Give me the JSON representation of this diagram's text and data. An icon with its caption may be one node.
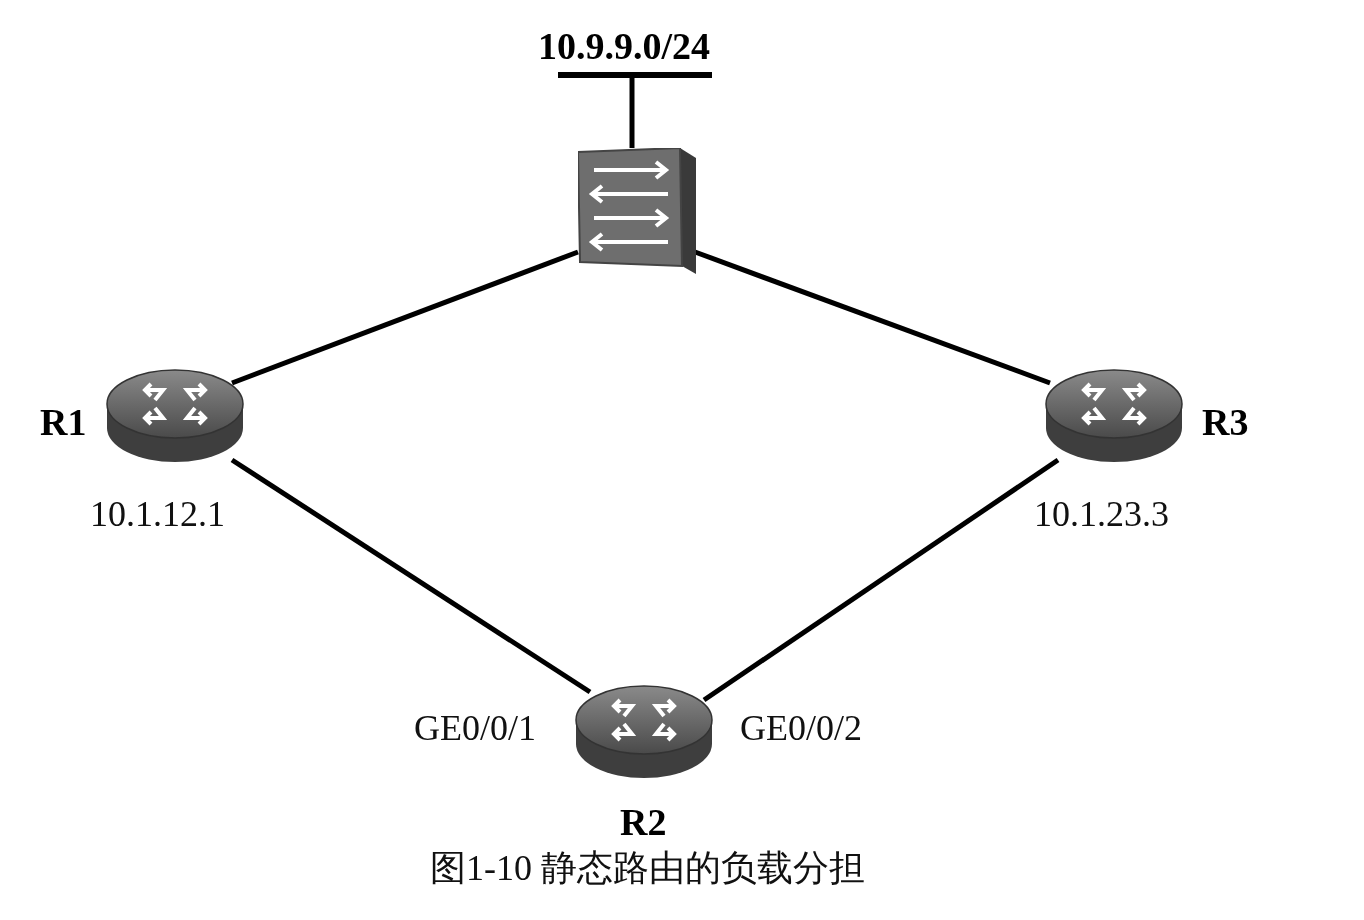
{
  "diagram": {
    "caption": "图1-10 静态路由的负载分担",
    "nodes": [
      {
        "text": [
          "10.9.9.0/24"
        ]
      },
      {
        "text": [],
        "shape": "box"
      },
      {
        "text": [
          "R1"
        ],
        "beside": [
          "10.1.12.1"
        ]
      },
      {
        "text": [
          "R3"
        ],
        "beside": [
          "10.1.23.3"
        ]
      },
      {
        "text": [
          "R2"
        ],
        "beside": [
          "GE0/0/1",
          "GE0/0/2"
        ]
      }
    ],
    "edges": [
      {
        "from": 0,
        "to": 1,
        "arrow": "none"
      },
      {
        "from": 1,
        "to": 2,
        "arrow": "none"
      },
      {
        "from": 1,
        "to": 3,
        "arrow": "none"
      },
      {
        "from": 2,
        "to": 4,
        "arrow": "none"
      },
      {
        "from": 3,
        "to": 4,
        "arrow": "none"
      }
    ]
  }
}
